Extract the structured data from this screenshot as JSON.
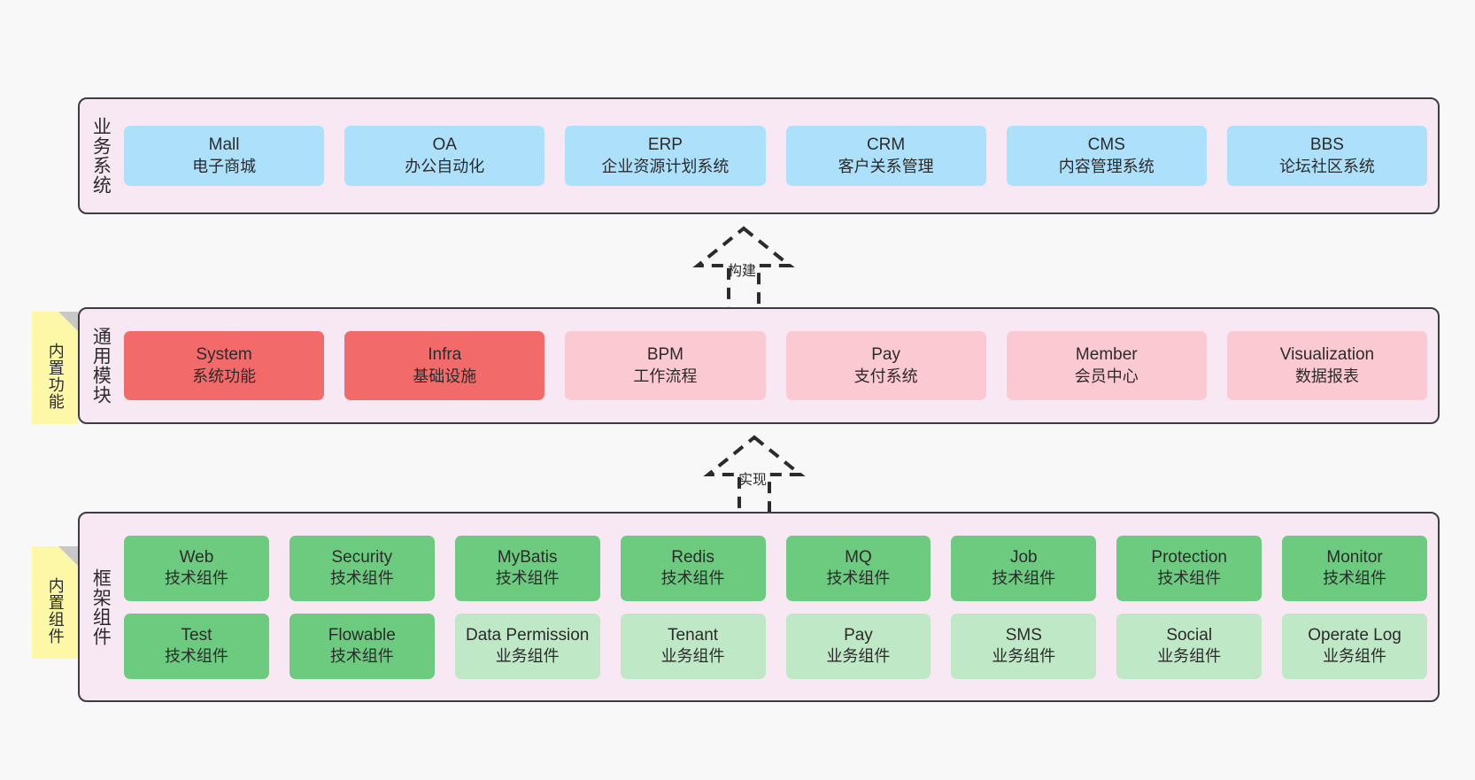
{
  "diagram": {
    "background": "#f8f8f8",
    "container_fill": "#f8e8f3",
    "container_border": "#3c3c44"
  },
  "notes": [
    {
      "name": "builtin-features",
      "text": "内置功能",
      "color": "#fcf8a8"
    },
    {
      "name": "builtin-components",
      "text": "内置组件",
      "color": "#fcf8a8"
    }
  ],
  "arrows": [
    {
      "name": "build",
      "label": "构建",
      "style": "dashed-hollow-up"
    },
    {
      "name": "implement",
      "label": "实现",
      "style": "dashed-hollow-up"
    }
  ],
  "layers": [
    {
      "id": "business",
      "title": "业务系统",
      "rows": [
        {
          "cards": [
            {
              "en": "Mall",
              "cn": "电子商城",
              "color": "#ace0fb"
            },
            {
              "en": "OA",
              "cn": "办公自动化",
              "color": "#ace0fb"
            },
            {
              "en": "ERP",
              "cn": "企业资源计划系统",
              "color": "#ace0fb"
            },
            {
              "en": "CRM",
              "cn": "客户关系管理",
              "color": "#ace0fb"
            },
            {
              "en": "CMS",
              "cn": "内容管理系统",
              "color": "#ace0fb"
            },
            {
              "en": "BBS",
              "cn": "论坛社区系统",
              "color": "#ace0fb"
            }
          ]
        }
      ]
    },
    {
      "id": "modules",
      "title": "通用模块",
      "rows": [
        {
          "cards": [
            {
              "en": "System",
              "cn": "系统功能",
              "color": "#f26a6a"
            },
            {
              "en": "Infra",
              "cn": "基础设施",
              "color": "#f26a6a"
            },
            {
              "en": "BPM",
              "cn": "工作流程",
              "color": "#fbc9d2"
            },
            {
              "en": "Pay",
              "cn": "支付系统",
              "color": "#fbc9d2"
            },
            {
              "en": "Member",
              "cn": "会员中心",
              "color": "#fbc9d2"
            },
            {
              "en": "Visualization",
              "cn": "数据报表",
              "color": "#fbc9d2"
            }
          ]
        }
      ]
    },
    {
      "id": "framework",
      "title": "框架组件",
      "rows": [
        {
          "cards": [
            {
              "en": "Web",
              "cn": "技术组件",
              "color": "#6dcb80"
            },
            {
              "en": "Security",
              "cn": "技术组件",
              "color": "#6dcb80"
            },
            {
              "en": "MyBatis",
              "cn": "技术组件",
              "color": "#6dcb80"
            },
            {
              "en": "Redis",
              "cn": "技术组件",
              "color": "#6dcb80"
            },
            {
              "en": "MQ",
              "cn": "技术组件",
              "color": "#6dcb80"
            },
            {
              "en": "Job",
              "cn": "技术组件",
              "color": "#6dcb80"
            },
            {
              "en": "Protection",
              "cn": "技术组件",
              "color": "#6dcb80"
            },
            {
              "en": "Monitor",
              "cn": "技术组件",
              "color": "#6dcb80"
            }
          ]
        },
        {
          "cards": [
            {
              "en": "Test",
              "cn": "技术组件",
              "color": "#6dcb80"
            },
            {
              "en": "Flowable",
              "cn": "技术组件",
              "color": "#6dcb80"
            },
            {
              "en": "Data Permission",
              "cn": "业务组件",
              "color": "#bfe8c6",
              "wrap": true
            },
            {
              "en": "Tenant",
              "cn": "业务组件",
              "color": "#bfe8c6"
            },
            {
              "en": "Pay",
              "cn": "业务组件",
              "color": "#bfe8c6"
            },
            {
              "en": "SMS",
              "cn": "业务组件",
              "color": "#bfe8c6"
            },
            {
              "en": "Social",
              "cn": "业务组件",
              "color": "#bfe8c6"
            },
            {
              "en": "Operate Log",
              "cn": "业务组件",
              "color": "#bfe8c6"
            }
          ]
        }
      ]
    }
  ]
}
